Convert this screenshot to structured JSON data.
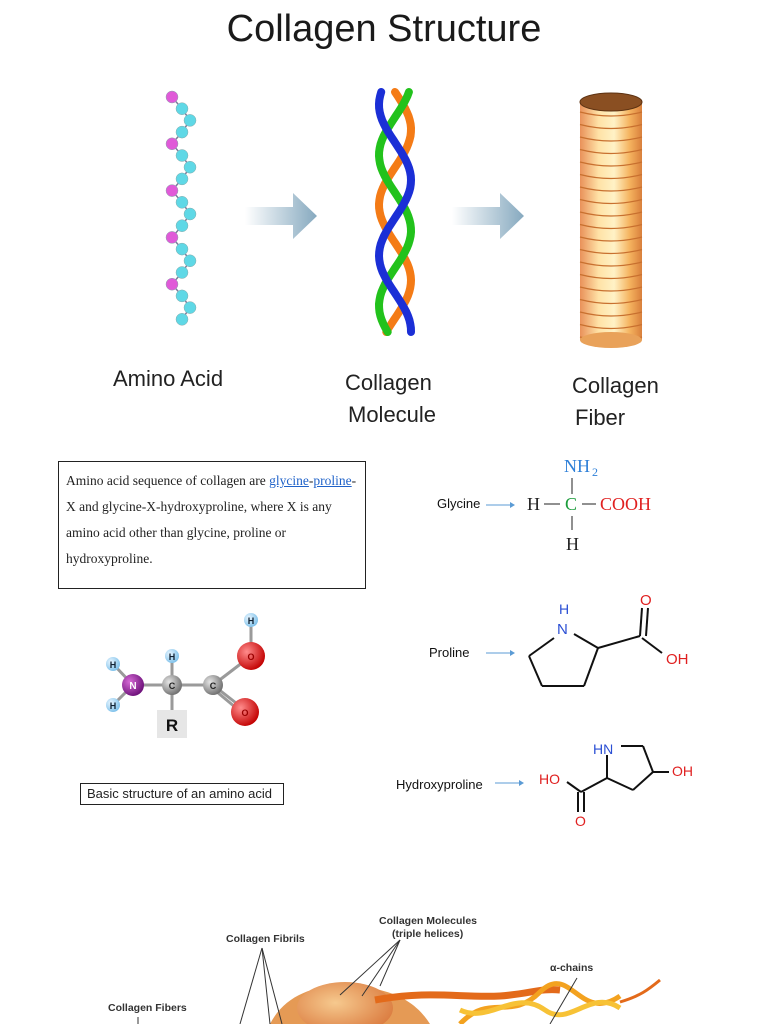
{
  "title": "Collagen Structure",
  "stages": {
    "amino": "Amino  Acid",
    "molecule_line1": "Collagen",
    "molecule_line2": "Molecule",
    "fiber_line1": "Collagen",
    "fiber_line2": "Fiber"
  },
  "textbox": {
    "part1": "Amino acid sequence of collagen are ",
    "link1": "glycine",
    "dash": "-",
    "link2": "proline",
    "part2": "-X and glycine-X-hydroxyproline, where X is any amino acid other than glycine, proline or hydroxyproline."
  },
  "molecules": {
    "glycine": "Glycine",
    "proline": "Proline",
    "hydroxyproline": "Hydroxyproline"
  },
  "glycine_formula": {
    "nh2": "NH",
    "sub2": "2",
    "h_left": "H",
    "c": "C",
    "cooh": "COOH",
    "h_bottom": "H"
  },
  "proline_formula": {
    "h": "H",
    "n": "N",
    "o": "O",
    "oh": "OH"
  },
  "hyp_formula": {
    "hn": "HN",
    "oh_right": "OH",
    "ho": "HO",
    "o": "O"
  },
  "amino_model": {
    "h": "H",
    "n": "N",
    "c": "C",
    "o": "O",
    "r": "R"
  },
  "caption": "Basic structure of an amino acid",
  "fiber_diagram": {
    "fibrils": "Collagen Fibrils",
    "molecules_line1": "Collagen Molecules",
    "molecules_line2": "(triple helices)",
    "chains": "α-chains",
    "fibers": "Collagen Fibers"
  },
  "colors": {
    "link": "#1f62c9",
    "amino_pink": "#e05ad8",
    "amino_cyan": "#5fd8e6",
    "arrow": "#8fb1c6",
    "helix_blue": "#1b2fd6",
    "helix_green": "#22c21c",
    "helix_orange": "#f47b16",
    "fiber": "#f3a85a",
    "glycine_blue": "#2f80d8",
    "glycine_green": "#1a9c3a",
    "acid_red": "#e02020"
  }
}
